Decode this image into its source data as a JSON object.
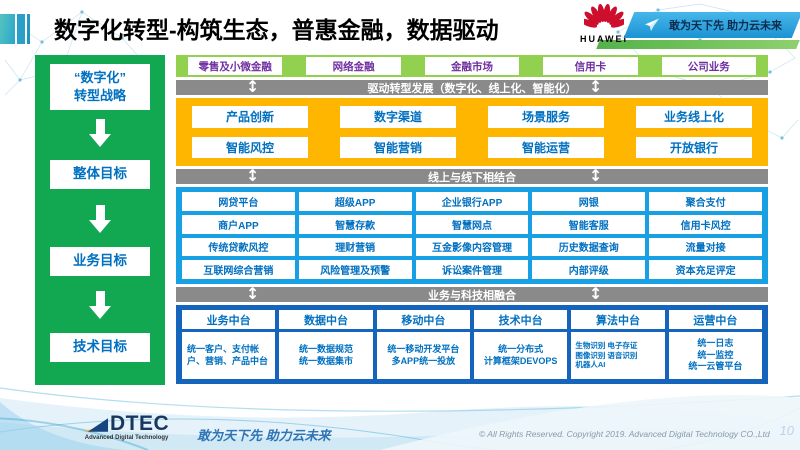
{
  "header": {
    "title": "数字化转型-构筑生态，普惠金融，数据驱动",
    "huawei_logo": "HUAWEI",
    "slogan_banner": "敢为天下先 助力云未来"
  },
  "icons": {
    "updown_arrow": "↕"
  },
  "sidebar": {
    "strategy": "“数字化”\n转型战略",
    "goals": [
      "整体目标",
      "业务目标",
      "技术目标"
    ]
  },
  "main": {
    "business_lines": [
      "零售及小微金融",
      "网络金融",
      "金融市场",
      "信用卡",
      "公司业务"
    ],
    "banner_drive": "驱动转型发展（数字化、线上化、智能化）",
    "transform_row1": [
      "产品创新",
      "数字渠道",
      "场景服务",
      "业务线上化"
    ],
    "transform_row2": [
      "智能风控",
      "智能营销",
      "智能运营",
      "开放银行"
    ],
    "banner_online_offline": "线上与线下相结合",
    "platform_row1": [
      "网贷平台",
      "超级APP",
      "企业银行APP",
      "网银",
      "聚合支付"
    ],
    "platform_row2": [
      "商户APP",
      "智慧存款",
      "智慧网点",
      "智能客服",
      "信用卡风控"
    ],
    "platform_row3": [
      "传统贷款风控",
      "理财营销",
      "互金影像内容管理",
      "历史数据查询",
      "流量对接"
    ],
    "platform_row4": [
      "互联网综合营销",
      "风险管理及预警",
      "诉讼案件管理",
      "内部评级",
      "资本充足评定"
    ],
    "banner_tech_fusion": "业务与科技相融合",
    "middle_platforms": [
      {
        "title": "业务中台",
        "desc": "统一客户、支付帐户、营销、产品中台"
      },
      {
        "title": "数据中台",
        "desc": "统一数据规范\n统一数据集市"
      },
      {
        "title": "移动中台",
        "desc": "统一移动开发平台\n多APP统一投放"
      },
      {
        "title": "技术中台",
        "desc": "统一分布式\n计算框架DEVOPS"
      },
      {
        "title": "算法中台",
        "desc": "生物识别 电子存证\n图像识别 语音识别\n机器人AI"
      },
      {
        "title": "运营中台",
        "desc": "统一日志\n统一监控\n统一云管平台"
      }
    ]
  },
  "footer": {
    "logo_text": "DTEC",
    "logo_subtext": "Advanced Digital Technology",
    "slogan": "敢为天下先   助力云未来",
    "copyright": "© All Rights Reserved. Copyright 2019. Advanced Digital Technology CO.,Ltd",
    "page_number": "10"
  },
  "colors": {
    "sidebar_green": "#12a751",
    "band_green": "#92d050",
    "band_yellow": "#ffb600",
    "band_blue": "#18a0e4",
    "band_dark_blue": "#1565bd",
    "banner_gray": "#8a8a8a",
    "box_text_blue": "#0070c0",
    "business_text_purple": "#7030a0",
    "huawei_red": "#ce0e2d"
  }
}
